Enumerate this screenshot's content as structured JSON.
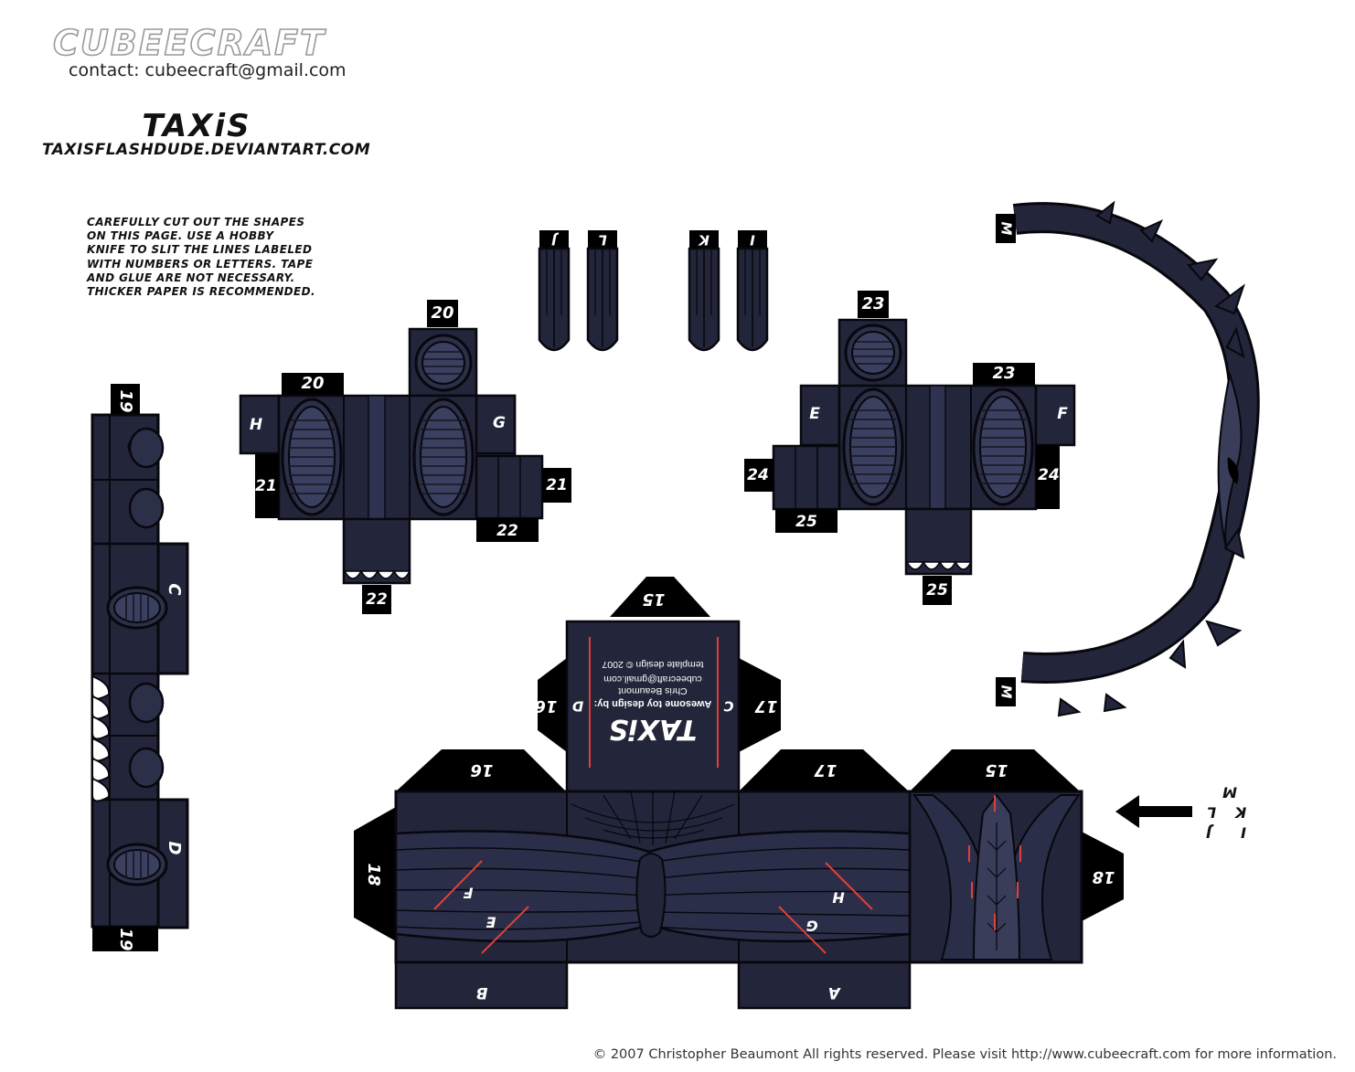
{
  "header": {
    "watermark": "CUBEECRAFT",
    "contact": "contact: cubeecraft@gmail.com",
    "character_name": "TAXiS",
    "artist_url": "TAXISFLASHDUDE.DEVIANTART.COM"
  },
  "instructions": "CAREFULLY CUT OUT THE SHAPES ON THIS PAGE. USE A HOBBY KNIFE TO SLIT THE LINES LABELED WITH NUMBERS OR LETTERS. TAPE AND GLUE ARE NOT NECESSARY. THICKER PAPER IS RECOMMENDED.",
  "footer": "© 2007 Christopher Beaumont All rights reserved. Please visit http://www.cubeecraft.com for more information.",
  "colors": {
    "body": "#23253a",
    "shade": "#3a3d5a",
    "tab": "#000000",
    "slit": "#e0403a",
    "outline": "#0a0a12"
  },
  "tabs": {
    "t15": "15",
    "t16": "16",
    "t17": "17",
    "t18": "18",
    "t19": "19",
    "t20": "20",
    "t21": "21",
    "t22": "22",
    "t23": "23",
    "t24": "24",
    "t25": "25"
  },
  "letters": {
    "A": "A",
    "B": "B",
    "C": "C",
    "D": "D",
    "E": "E",
    "F": "F",
    "G": "G",
    "H": "H",
    "I": "I",
    "J": "J",
    "K": "K",
    "L": "L",
    "M": "M"
  },
  "template_panel": {
    "title": "TAXiS",
    "design_by": "Awesome toy design by:",
    "designer": "Chris Beaumont",
    "email": "cubeecraft@gmail.com",
    "template_note": "template design © 2007"
  }
}
